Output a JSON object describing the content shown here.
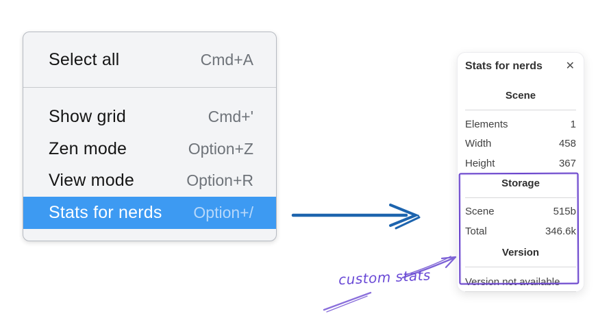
{
  "menu": {
    "items": [
      {
        "label": "Select all",
        "shortcut": "Cmd+A",
        "selected": false
      },
      {
        "label": "Show grid",
        "shortcut": "Cmd+'",
        "selected": false
      },
      {
        "label": "Zen mode",
        "shortcut": "Option+Z",
        "selected": false
      },
      {
        "label": "View mode",
        "shortcut": "Option+R",
        "selected": false
      },
      {
        "label": "Stats for nerds",
        "shortcut": "Option+/",
        "selected": true
      }
    ]
  },
  "panel": {
    "title": "Stats for nerds",
    "close_icon": "✕",
    "sections": [
      {
        "header": "Scene",
        "rows": [
          {
            "label": "Elements",
            "value": "1"
          },
          {
            "label": "Width",
            "value": "458"
          },
          {
            "label": "Height",
            "value": "367"
          }
        ]
      },
      {
        "header": "Storage",
        "rows": [
          {
            "label": "Scene",
            "value": "515b"
          },
          {
            "label": "Total",
            "value": "346.6k"
          }
        ]
      },
      {
        "header": "Version",
        "note": "Version not available"
      }
    ]
  },
  "annotation": {
    "label": "custom stats"
  },
  "colors": {
    "menu_highlight": "#3d9af2",
    "menu_background": "#f3f4f6",
    "arrow_blue": "#1d64ae",
    "annotation_purple": "#6a4ad6",
    "box_purple": "#6b46cc"
  }
}
